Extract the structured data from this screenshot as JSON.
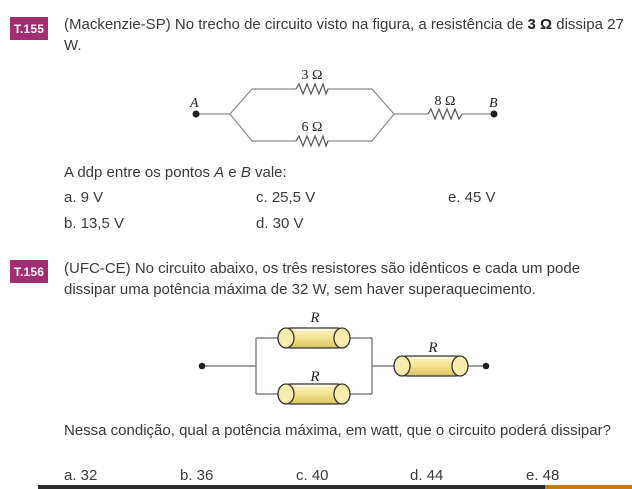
{
  "q155": {
    "badge": "T.155",
    "source": "(Mackenzie-SP)",
    "text_before": " No trecho de circuito visto na figura, a resistência de ",
    "bold": "3 Ω",
    "text_after": " dissipa 27 W.",
    "diagram": {
      "label_a": "A",
      "label_b": "B",
      "r_top": "3 Ω",
      "r_bottom": "6 Ω",
      "r_series": "8 Ω"
    },
    "prompt_pre": "A ddp entre os pontos ",
    "prompt_a": "A",
    "prompt_mid": " e ",
    "prompt_b": "B",
    "prompt_post": " vale:",
    "options": [
      "a. 9 V",
      "b. 13,5 V",
      "c. 25,5 V",
      "d. 30 V",
      "e. 45 V"
    ]
  },
  "q156": {
    "badge": "T.156",
    "source": "(UFC-CE)",
    "text": " No circuito abaixo, os três resistores são idênticos e cada um pode dissipar uma potência máxima de 32 W, sem haver superaquecimento.",
    "diagram": {
      "r_top": "R",
      "r_bottom": "R",
      "r_series": "R"
    },
    "prompt": "Nessa condição, qual a potência máxima, em watt, que o circuito poderá dissipar?",
    "options": [
      "a. 32",
      "b. 36",
      "c. 40",
      "d. 44",
      "e. 48"
    ]
  },
  "colors": {
    "badge": "#a12d72",
    "resistor_fill": "#f5e89a",
    "resistor_band": "#d9c45a"
  }
}
